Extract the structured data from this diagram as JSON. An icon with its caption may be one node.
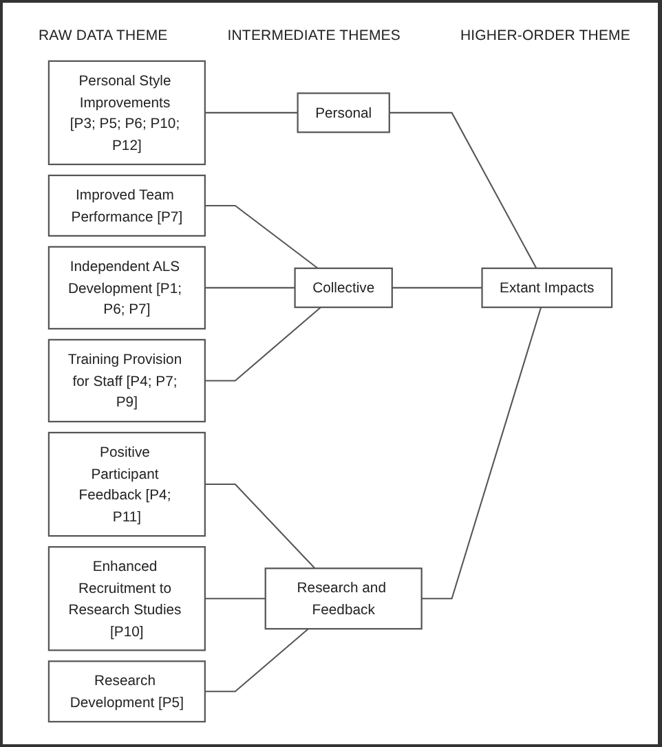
{
  "diagram": {
    "nodes": [
      {
        "text": [
          "Personal Style Improvements [P3; P5; P6; P10; P12]"
        ]
      },
      {
        "text": [
          "Improved Team Performance [P7]"
        ]
      },
      {
        "text": [
          "Independent ALS Development [P1; P6; P7]"
        ]
      },
      {
        "text": [
          "Training Provision for Staff [P4; P7; P9]"
        ]
      },
      {
        "text": [
          "Positive Participant Feedback [P4; P11]"
        ]
      },
      {
        "text": [
          "Enhanced Recruitment to Research Studies [P10]"
        ]
      },
      {
        "text": [
          "Research Development [P5]"
        ]
      },
      {
        "text": [
          "Personal"
        ]
      },
      {
        "text": [
          "Collective"
        ]
      },
      {
        "text": [
          "Research and Feedback"
        ]
      },
      {
        "text": [
          "Extant Impacts"
        ]
      }
    ],
    "edges": [
      {
        "from": 0,
        "to": 7,
        "arrow": "none"
      },
      {
        "from": 1,
        "to": 8,
        "arrow": "none"
      },
      {
        "from": 2,
        "to": 8,
        "arrow": "none"
      },
      {
        "from": 3,
        "to": 8,
        "arrow": "none"
      },
      {
        "from": 4,
        "to": 9,
        "arrow": "none"
      },
      {
        "from": 5,
        "to": 9,
        "arrow": "none"
      },
      {
        "from": 6,
        "to": 9,
        "arrow": "none"
      },
      {
        "from": 7,
        "to": 10,
        "arrow": "none"
      },
      {
        "from": 8,
        "to": 10,
        "arrow": "none"
      },
      {
        "from": 9,
        "to": 10,
        "arrow": "none"
      }
    ],
    "labels": [
      "RAW DATA THEME",
      "INTERMEDIATE THEMES",
      "HIGHER-ORDER THEME"
    ]
  }
}
